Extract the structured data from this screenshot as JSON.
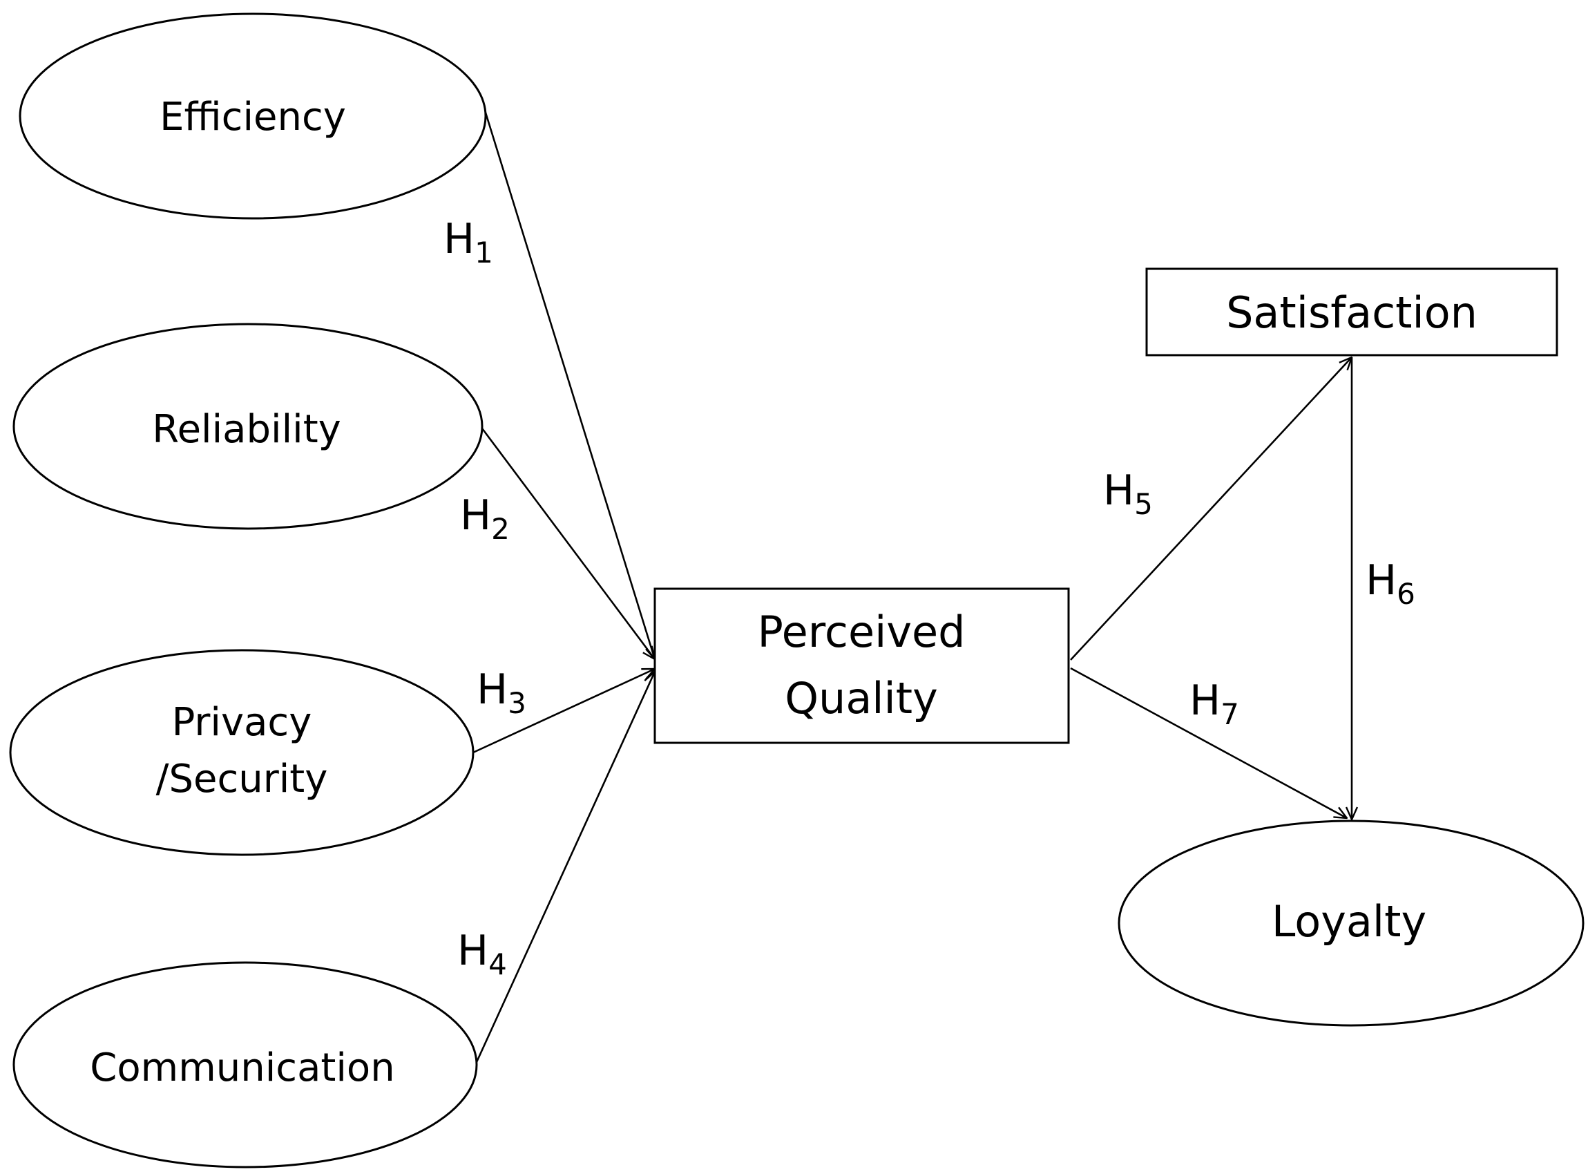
{
  "nodes": {
    "efficiency": {
      "label": "Efficiency",
      "shape": "ellipse"
    },
    "reliability": {
      "label": "Reliability",
      "shape": "ellipse"
    },
    "privacy_security": {
      "label_line1": "Privacy",
      "label_line2": "/Security",
      "shape": "ellipse"
    },
    "communication": {
      "label": "Communication",
      "shape": "ellipse"
    },
    "perceived_quality": {
      "label_line1": "Perceived",
      "label_line2": "Quality",
      "shape": "rectangle"
    },
    "satisfaction": {
      "label": "Satisfaction",
      "shape": "rectangle"
    },
    "loyalty": {
      "label": "Loyalty",
      "shape": "ellipse"
    }
  },
  "edges": [
    {
      "from": "efficiency",
      "to": "perceived_quality",
      "hypothesis": "H",
      "index": "1"
    },
    {
      "from": "reliability",
      "to": "perceived_quality",
      "hypothesis": "H",
      "index": "2"
    },
    {
      "from": "privacy_security",
      "to": "perceived_quality",
      "hypothesis": "H",
      "index": "3"
    },
    {
      "from": "communication",
      "to": "perceived_quality",
      "hypothesis": "H",
      "index": "4"
    },
    {
      "from": "perceived_quality",
      "to": "satisfaction",
      "hypothesis": "H",
      "index": "5"
    },
    {
      "from": "satisfaction",
      "to": "loyalty",
      "hypothesis": "H",
      "index": "6"
    },
    {
      "from": "perceived_quality",
      "to": "loyalty",
      "hypothesis": "H",
      "index": "7"
    }
  ]
}
